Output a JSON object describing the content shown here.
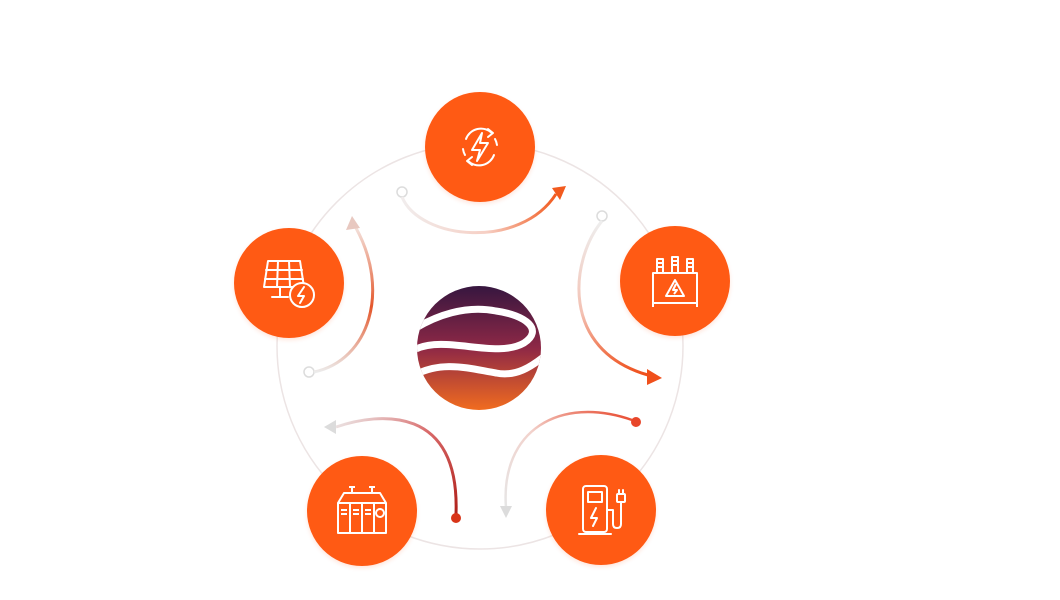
{
  "colors": {
    "accent": "#ff5a14",
    "arrow_light": "#d8d8d8",
    "arrow_dark": "#e0472a",
    "arrow_maroon": "#b53a1f",
    "ring": "#e6dede",
    "logo_top": "#3a1a4a",
    "logo_mid": "#9a2a44",
    "logo_bottom": "#f06a20"
  },
  "nodes": [
    {
      "id": "renewable-energy",
      "icon": "renewable-energy-icon"
    },
    {
      "id": "transformer",
      "icon": "transformer-icon"
    },
    {
      "id": "ev-charging",
      "icon": "ev-charging-station-icon"
    },
    {
      "id": "battery-storage",
      "icon": "battery-storage-icon"
    },
    {
      "id": "solar-panel",
      "icon": "solar-panel-icon"
    }
  ],
  "center": {
    "icon": "company-logo-icon"
  }
}
